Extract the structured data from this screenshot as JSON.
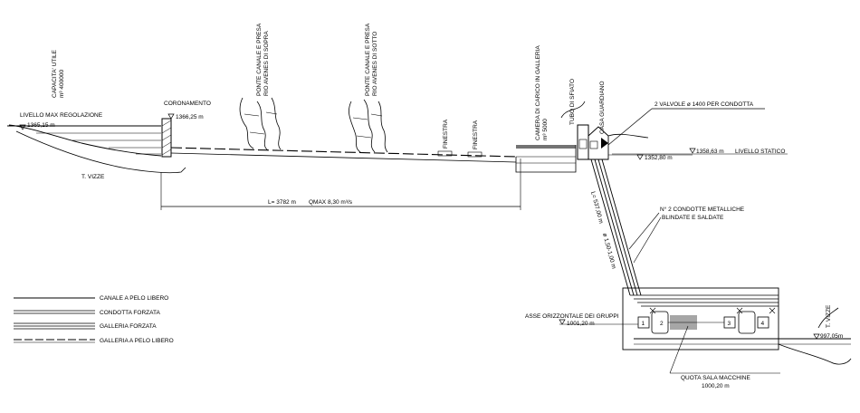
{
  "labels": {
    "capacita": "CAPACITA' UTILE",
    "capacita_val": "m³ 400000",
    "livello_max": "LIVELLO MAX REGOLAZIONE",
    "livello_max_val": "1365,15 m",
    "t_vizze_left": "T. VIZZE",
    "coronamento": "CORONAMENTO",
    "coronamento_val": "1366,25 m",
    "ponte_sopra_1": "PONTE CANALE E PRESA",
    "ponte_sopra_2": "RIO AVENES DI SOPRA",
    "ponte_sotto_1": "PONTE CANALE E PRESA",
    "ponte_sotto_2": "RIO AVENES DI SOTTO",
    "finestra_1": "FINESTRA",
    "finestra_2": "FINESTRA",
    "length": "L= 3782 m",
    "qmax": "QMAX 8,30 m³/s",
    "camera_1": "CAMERA DI CARICO IN GALLERIA",
    "camera_2": "m³ 5000",
    "tubo": "TUBO DI SFIATO",
    "casa": "CASA GUARDIANO",
    "valvole": "2 VALVOLE ø 1400 PER CONDOTTA",
    "livello_statico_val": "1358,63 m",
    "livello_statico": "LIVELLO STATICO",
    "level_1352": "1352,80 m",
    "condotta_len": "L= 537,00 m",
    "condotta_diam": "ø 1,50-1,00 m",
    "condotte_1": "N° 2 CONDOTTE METALLICHE",
    "condotte_2": "BLINDATE E SALDATE",
    "asse": "ASSE ORIZZONTALE DEI GRUPPI",
    "asse_val": "1001,20 m",
    "quota_sala": "QUOTA SALA MACCHINE",
    "quota_sala_val": "1000,20 m",
    "t_vizze_right": "T. VIZZE",
    "level_997": "997,05m",
    "group_1": "1",
    "group_2": "2",
    "group_3": "3",
    "group_4": "4"
  },
  "legend": [
    {
      "label": "CANALE A PELO LIBERO",
      "style": "solid"
    },
    {
      "label": "CONDOTTA FORZATA",
      "style": "double"
    },
    {
      "label": "GALLERIA FORZATA",
      "style": "triple"
    },
    {
      "label": "GALLERIA A PELO LIBERO",
      "style": "dashed"
    }
  ],
  "colors": {
    "ink": "#000000",
    "background": "#ffffff"
  }
}
